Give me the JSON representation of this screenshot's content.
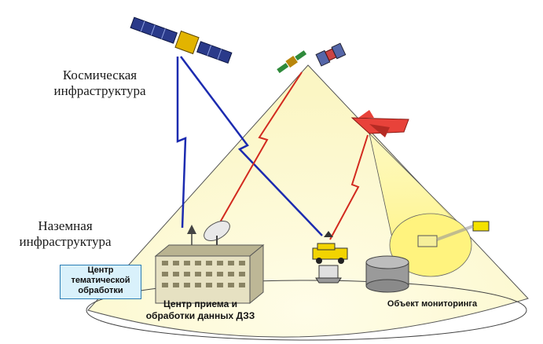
{
  "labels": {
    "space_line1": "Космическая",
    "space_line2": "инфраструктура",
    "ground_line1": "Наземная",
    "ground_line2": "инфраструктура",
    "center_line1": "Центр",
    "center_line2": "тематической",
    "center_line3": "обработки",
    "station_line1": "Центр приема и",
    "station_line2": "обработки данных ДЗЗ",
    "object": "Объект мониторинга"
  },
  "colors": {
    "ground_cone": "#fdfbd6",
    "link_blue": "#1c2bb0",
    "link_red": "#d22a1f",
    "box_fill": "#d9f1fb",
    "box_border": "#2a7db5"
  },
  "icons": [
    "satellite-icon",
    "small-satellite-icon",
    "uav-icon",
    "dish-antenna-icon",
    "vehicle-icon",
    "building-icon",
    "tank-icon",
    "sensor-icon"
  ]
}
